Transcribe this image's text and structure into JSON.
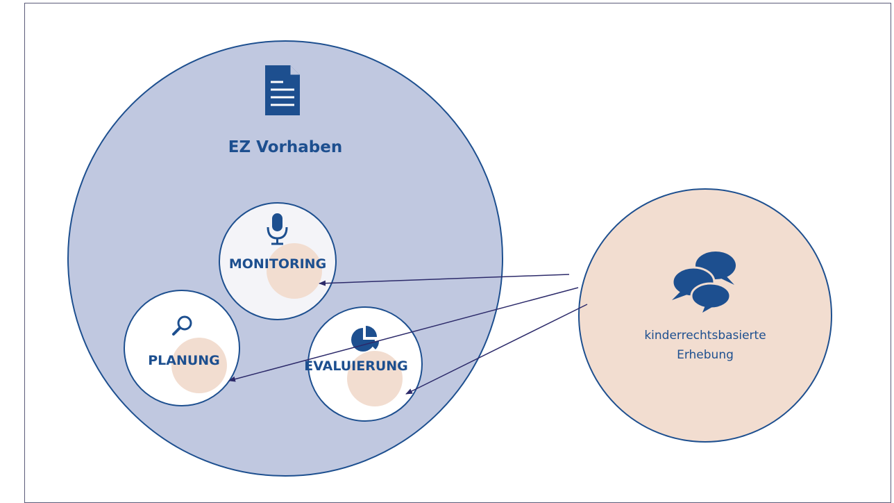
{
  "project": {
    "title": "EZ Vorhaben",
    "icon": "document-icon"
  },
  "phases": [
    {
      "key": "monitoring",
      "label": "MONITORING",
      "icon": "microphone-icon"
    },
    {
      "key": "planung",
      "label": "PLANUNG",
      "icon": "magnifier-icon"
    },
    {
      "key": "evaluierung",
      "label": "EVALUIERUNG",
      "icon": "pie-chart-icon"
    }
  ],
  "survey": {
    "line1": "kinderrechtsbasierte",
    "line2": "Erhebung",
    "icon": "speech-bubbles-icon"
  },
  "colors": {
    "big_circle": "#c0c8e0",
    "outline": "#1d4f8f",
    "accent_peach": "#f2ddd0",
    "arrow": "#2c2a6a"
  }
}
